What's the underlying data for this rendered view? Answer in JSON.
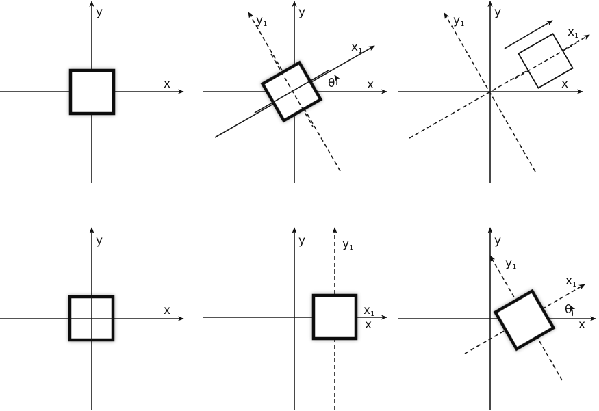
{
  "labels": {
    "x": "x",
    "y": "y",
    "x1_base": "x",
    "y1_base": "y",
    "sub1": "1",
    "theta": "θ"
  },
  "colors": {
    "ink": "#111111",
    "background": "#ffffff"
  }
}
